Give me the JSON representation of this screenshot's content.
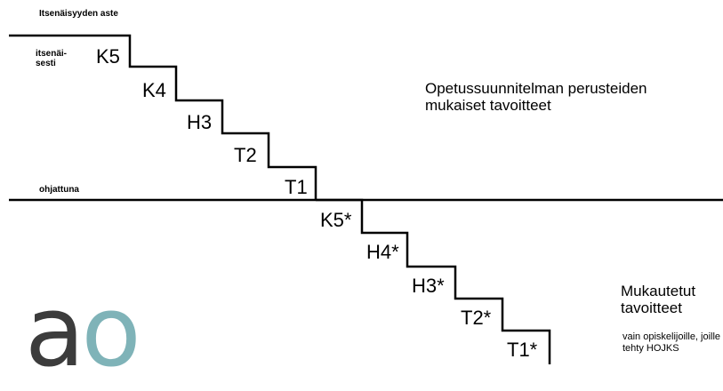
{
  "labels": {
    "scale_title": "Itsenäisyyden aste",
    "independent": "itsenäi- sesti",
    "guided": "ohjattuna"
  },
  "upper_steps": [
    "K5",
    "K4",
    "H3",
    "T2",
    "T1"
  ],
  "lower_steps": [
    "K5*",
    "H4*",
    "H3*",
    "T2*",
    "T1*"
  ],
  "upper_heading": "Opetussuunnitelman perusteiden mukaiset tavoitteet",
  "lower_heading": "Mukautetut tavoitteet",
  "lower_note": "vain opiskelijoille, joille tehty HOJKS",
  "logo": {
    "text": "ao",
    "letter_a_color": "#3c3c3c",
    "letter_o_color": "#7fb3b8"
  },
  "colors": {
    "line": "#000000",
    "text": "#000000"
  }
}
